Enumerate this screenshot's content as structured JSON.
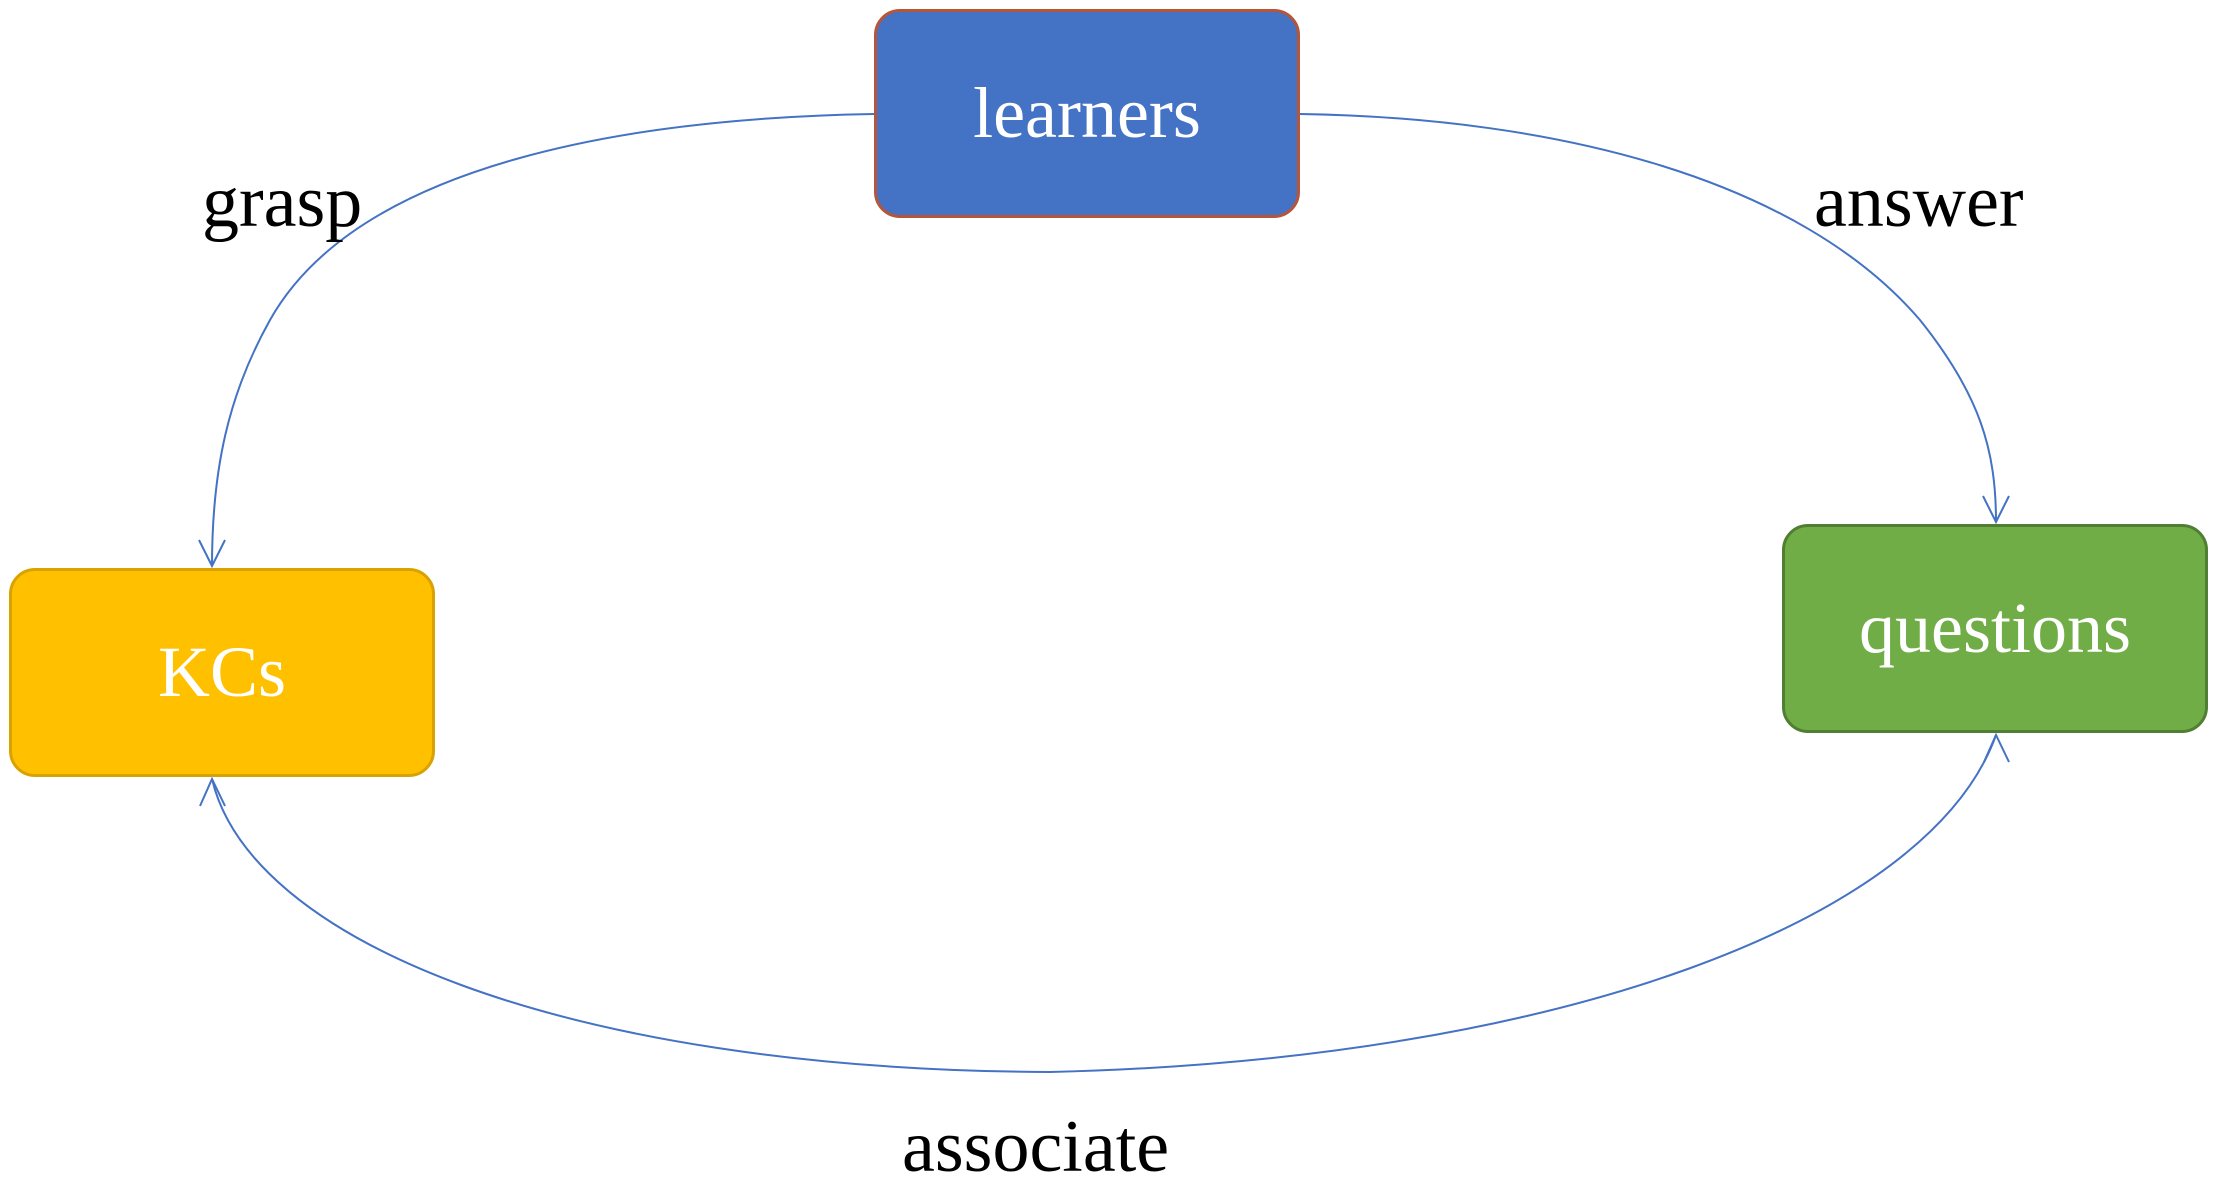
{
  "nodes": {
    "learners": {
      "label": "learners",
      "fill": "#4472C4",
      "border": "#B5563A"
    },
    "kcs": {
      "label": "KCs",
      "fill": "#FFC000",
      "border": "#D9A200"
    },
    "questions": {
      "label": "questions",
      "fill": "#70AD47",
      "border": "#507E32"
    }
  },
  "edges": {
    "grasp": {
      "label": "grasp",
      "from": "learners",
      "to": "kcs"
    },
    "answer": {
      "label": "answer",
      "from": "learners",
      "to": "questions"
    },
    "associate": {
      "label": "associate",
      "from": "questions",
      "to": "kcs",
      "bidirectional": true
    }
  },
  "colors": {
    "edge": "#4472C4",
    "label_text": "#000000",
    "node_text": "#FFFFFF"
  }
}
